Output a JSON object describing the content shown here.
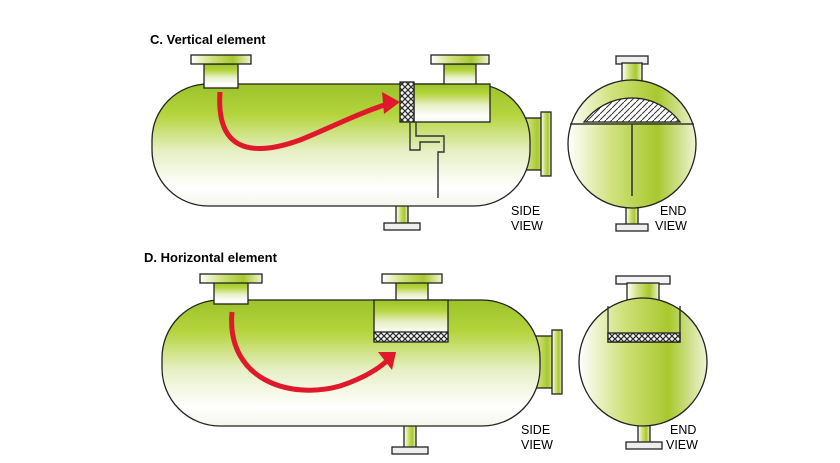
{
  "sections": [
    {
      "title": "C.  Vertical element",
      "side_view_label": [
        "SIDE",
        "VIEW"
      ],
      "end_view_label": [
        "END",
        "VIEW"
      ]
    },
    {
      "title": "D.  Horizontal element",
      "side_view_label": [
        "SIDE",
        "VIEW"
      ],
      "end_view_label": [
        "END",
        "VIEW"
      ]
    }
  ],
  "colors": {
    "vessel_green": "#a6c832",
    "vessel_white": "#ffffff",
    "flow_arrow": "#e0182b",
    "mesh": "#2a2a2a"
  }
}
